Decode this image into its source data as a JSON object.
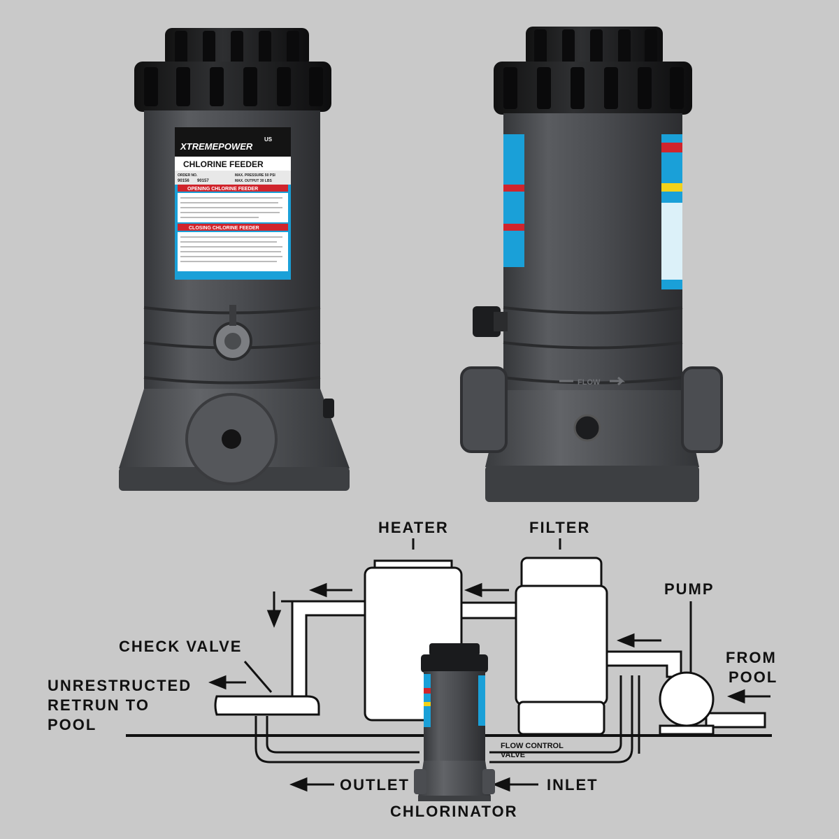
{
  "product": {
    "brand": "XTREMEPOWER",
    "brand_suffix": "US",
    "title": "CHLORINE FEEDER",
    "model_line_left": "ORDER NO.",
    "model_1": "90156",
    "model_2": "90157",
    "spec_1": "MAX. PRESSURE 50 PSI",
    "spec_2": "MAX. OUTPUT 30 LBS",
    "section_open": "OPENING CHLORINE FEEDER",
    "section_close": "CLOSING CHLORINE FEEDER",
    "flow_mark": "FLOW"
  },
  "diagram": {
    "heater": "HEATER",
    "filter": "FILTER",
    "pump": "PUMP",
    "check_valve": "CHECK VALVE",
    "return_line_1": "UNRESTRUCTED",
    "return_line_2": "RETRUN TO",
    "return_line_3": "POOL",
    "from_pool_1": "FROM",
    "from_pool_2": "POOL",
    "flow_valve_1": "FLOW CONTROL",
    "flow_valve_2": "VALVE",
    "outlet": "OUTLET",
    "inlet": "INLET",
    "chlorinator": "CHLORINATOR"
  },
  "colors": {
    "background": "#c9c9c9",
    "body": "#4a4c50",
    "cap": "#1d1e20",
    "sticker_blue": "#1aa0d8",
    "sticker_red": "#d0242c",
    "line": "#111111"
  }
}
